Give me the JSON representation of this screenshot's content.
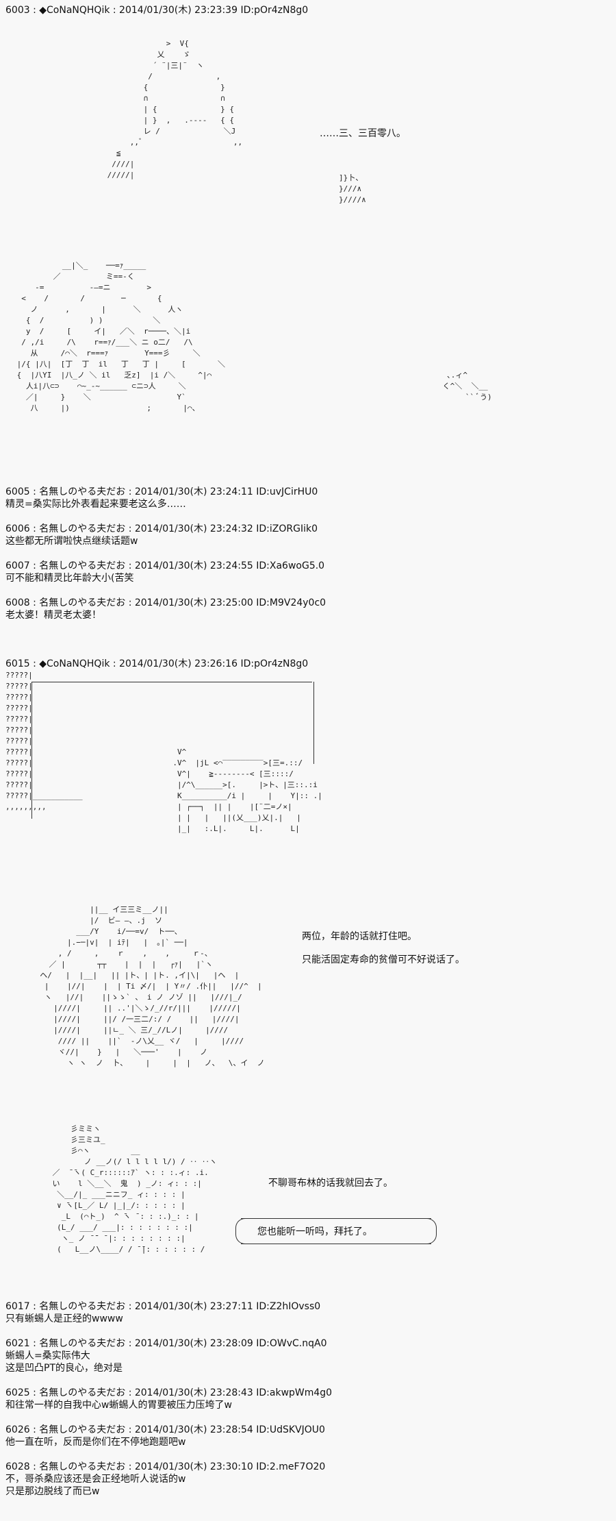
{
  "posts": [
    {
      "header": "6003 : ◆CoNaNQHQik : 2014/01/30(木) 23:23:39 ID:pOr4zN8g0",
      "lines": []
    },
    {
      "header": "6005 : 名無しのやる夫だお : 2014/01/30(木) 23:24:11 ID:uvJCirHU0",
      "lines": [
        "精灵=桑实际比外表看起来要老这么多……"
      ]
    },
    {
      "header": "6006 : 名無しのやる夫だお : 2014/01/30(木) 23:24:32 ID:iZORGIik0",
      "lines": [
        "这些都无所谓啦快点继续话题w"
      ]
    },
    {
      "header": "6007 : 名無しのやる夫だお : 2014/01/30(木) 23:24:55 ID:Xa6woG5.0",
      "lines": [
        "可不能和精灵比年龄大小(苦笑"
      ]
    },
    {
      "header": "6008 : 名無しのやる夫だお : 2014/01/30(木) 23:25:00 ID:M9V24y0c0",
      "lines": [
        "老太婆！精灵老太婆！"
      ]
    },
    {
      "header": "6015 : ◆CoNaNQHQik : 2014/01/30(木) 23:26:16 ID:pOr4zN8g0",
      "lines": []
    },
    {
      "header": "6017 : 名無しのやる夫だお : 2014/01/30(木) 23:27:11 ID:Z2hIOvss0",
      "lines": [
        "只有蜥蜴人是正经的wwww"
      ]
    },
    {
      "header": "6021 : 名無しのやる夫だお : 2014/01/30(木) 23:28:09 ID:OWvC.nqA0",
      "lines": [
        "蜥蜴人=桑实际伟大",
        "这是凹凸PT的良心，绝对是"
      ]
    },
    {
      "header": "6025 : 名無しのやる夫だお : 2014/01/30(木) 23:28:43 ID:akwpWm4g0",
      "lines": [
        "和往常一样的自我中心w蜥蜴人的胃要被压力压垮了w"
      ]
    },
    {
      "header": "6026 : 名無しのやる夫だお : 2014/01/30(木) 23:28:54 ID:UdSKVJOU0",
      "lines": [
        "他一直在听，反而是你们在不停地跑题吧w"
      ]
    },
    {
      "header": "6028 : 名無しのやる夫だお : 2014/01/30(木) 23:30:10 ID:2.meF7O20",
      "lines": [
        "不，哥杀桑应该还是会正经地听人说话的w",
        "只是那边脱线了而已w"
      ]
    }
  ],
  "dialogue": {
    "count_line": "……三、三百零八。",
    "line1": "两位，年龄的话就打住吧。",
    "line2": "只能活固定寿命的贫僧可不好说话了。",
    "line3": "不聊哥布林的话我就回去了。",
    "bubble": "您也能听一听吗，拜托了。"
  },
  "aa": {
    "a1": "              >  V{\n            乂    ゞ\n           ´ ¨|三|¨  ヽ\n          /              ,\n         {                }\n         ∩                ∩\n         | {              } {\n         | }  ,   .----   { {\n         レ /              ＼J\n      ,,ﾞ                    ,,\n   ≦\n  ////|\n /////|",
    "a1r": "]}卜、\n}///∧\n}////∧",
    "a2": "           __|＼_    ──=ｧ_____\n         ／          ミ==-く\n     -=          -―=ニ        >\n  <    /       /        ─       {\n    ノ      ,       |      ＼      人ヽ\n   {  /          ) )           ＼\n   y  /     [     イ|   ／＼  r────、＼|i\n  / ,/i     /\\    r==ｧ/___＼ ニ o二/   /\\\n    从     /⌒＼  r===ｧ        Y===彡     ＼\n |/{ |八|  [丁  丁  il   丁   丁 |     [       ＼\n {  |八YI  |八_ノ ＼ il   乏z]  |i /＼     ^|⌒\n   人i|八⊂⊃    ⌒~_-~______ ⊂ニ⊃人     ＼\n   ／|     }    ＼                   Y`\n    八     |)                 ;       |⌒、",
    "a2r": "  ､.ィ^\n く^＼  ＼__\n      `` ﾞう)",
    "a3": "?????|\n?????|\n?????|\n?????|\n?????|\n?????|\n?????|\n?????|\n?????|\n?????|\n?????|\n?????|___________\n,,,,,,,,,",
    "a3m": "                        V^\n                       .V^  |jL <⌒‾‾‾‾‾‾‾‾‾>[三=.::/\n                        V^|    ≧-‐‐‐‐‐‐‐< [三::::/\n                        |/^\\______>[.     |>ト、|三::.:i\n                        K__________/i |     |    Y|:: .|\n                        | ┌──┐  || |    |[¨二=ノ×|\n                        | |   |   ||(乂___)乂|.|   |\n                        |_|   :.L|.     L|.      L|",
    "a4": "             ||__ イ三三ミ__ノ||\n             |/  ビ― ―、.j  ソ\n          ___/Y    i/──=v/  ト──、\n        |.−─|v|  | iﾃ|   |  ｡|` ──|\n      , /     ,    ｒ    ,    ,     ｒ-、\n    ／ |       ┬┬    |  |  |   ┌ｧ|   |`ヽ\n  ヘ/   |  |__|   || |ト、| |ト. ,イ|\\|   |ヘ  |\n   |    |//|    |  | Ti 〆/|  | Y〃/ .仆||   |//^  |\n   ヽ   |//|    ||ゝゝ` 、 i ノ ノゾ ||   |///|_/\n     |////|     || ..'|＼ゝ/_//r/|||    |/////|\n     |////|     ||/ /一三二/:/ /    ||   |////|\n     |////|     ||ㄴ_ ＼ 三/_//Lノ|     |////\n      //// ||    ||`  ‐ノ\\乂__ ヾ/   |     |////\n      ヾ//|    }   |   ＼───'    |    ノ\n        ヽ ヽ  ノ  卜、    |     |  |   ノ、  \\、イ  ノ",
    "a5": "        彡ミミヽ\n        彡三ミユ_\n        彡⌒ヽ         __\n           ノ __ノ(/ l l l l l/) / ‥ ‥ヽ\n    ／  ̄ ̄ヽ( C_r::::::ｱ` ヽ: : :.ィ: .i.\n    い    l ＼__＼  鬼  ) _ノ: ィ: : :|\n     ＼__/|_ ___ニニフ_ ィ: : : : |\n     ∨ ̄ヽ[L_／ L/ |_|_/: : : : : |\n      _L  (⌒ト_)  ^ ̄ヽ ̄ : : :.)_: : |\n     (L_/ ___/ ___|: : : : : : : :|\n      ヽ_ ノ ̄ ̄¨ ̄ |: : : : : : : :|\n     (   L__ノ\\____/ / ̄ ̄|: : : : : : /"
  }
}
